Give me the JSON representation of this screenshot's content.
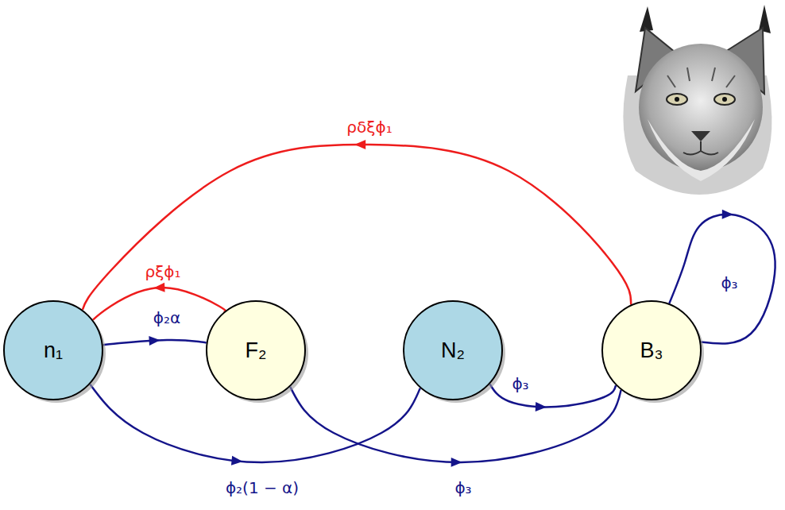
{
  "diagram": {
    "nodes": [
      {
        "text": [
          "n₁"
        ]
      },
      {
        "text": [
          "F₂"
        ]
      },
      {
        "text": [
          "N₂"
        ]
      },
      {
        "text": [
          "B₃"
        ]
      }
    ],
    "edges": [
      {
        "from": 3,
        "to": 0,
        "arrow": "to",
        "label": "ρδξϕ₁"
      },
      {
        "from": 1,
        "to": 0,
        "arrow": "to",
        "label": "ρξϕ₁"
      },
      {
        "from": 0,
        "to": 1,
        "arrow": "to",
        "label": "ϕ₂α"
      },
      {
        "from": 2,
        "to": 3,
        "arrow": "to",
        "label": "ϕ₃"
      },
      {
        "from": 3,
        "to": 3,
        "arrow": "to",
        "label": "ϕ₃"
      },
      {
        "from": 0,
        "to": 2,
        "arrow": "to",
        "label": "ϕ₂(1 − α)"
      },
      {
        "from": 1,
        "to": 3,
        "arrow": "to",
        "label": "ϕ₃"
      }
    ]
  }
}
